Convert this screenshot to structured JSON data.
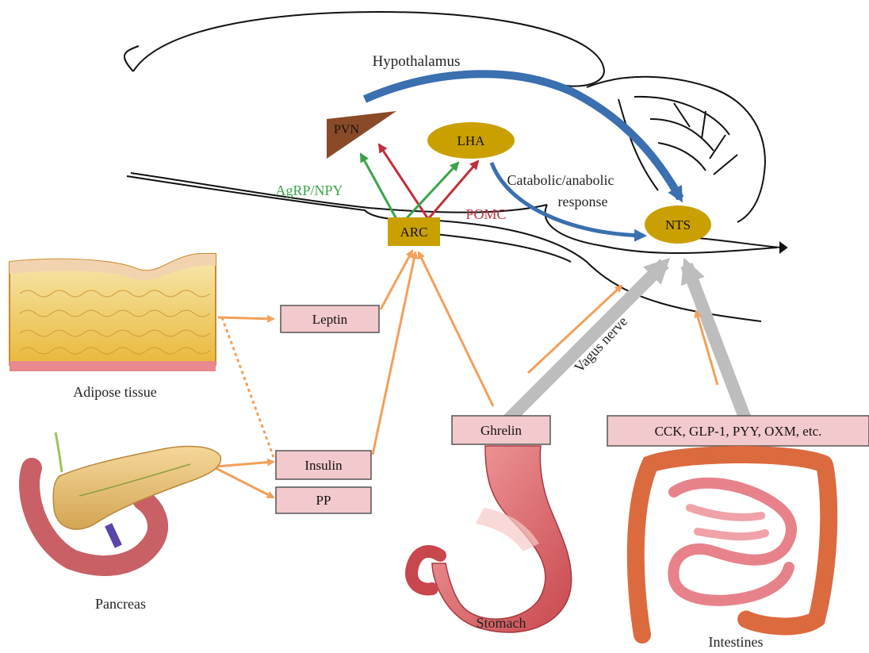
{
  "regions": {
    "hypothalamus": "Hypothalamus",
    "pvn": "PVN",
    "lha": "LHA",
    "arc": "ARC",
    "nts": "NTS"
  },
  "pathways": {
    "agrp_npy": "AgRP/NPY",
    "pomc": "POMC",
    "response_line1": "Catabolic/anabolic",
    "response_line2": "response",
    "vagus": "Vagus nerve"
  },
  "hormones": {
    "leptin": "Leptin",
    "insulin": "Insulin",
    "pp": "PP",
    "ghrelin": "Ghrelin",
    "gut": "CCK, GLP-1, PYY, OXM, etc."
  },
  "organs": {
    "adipose": "Adipose tissue",
    "pancreas": "Pancreas",
    "stomach": "Stomach",
    "intestines": "Intestines"
  },
  "colors": {
    "orange_arrow": "#f2a05a",
    "gray_arrow": "#bdbdbd",
    "blue_arrow": "#3a6fb0",
    "green_arrow": "#3aa34a",
    "red_arrow": "#c0303a",
    "gold_node": "#c9a000",
    "pvn_brown": "#8a4a28",
    "hormone_box": "#f2c9cc",
    "agrp_text": "#3aa34a",
    "pomc_text": "#c0303a"
  }
}
